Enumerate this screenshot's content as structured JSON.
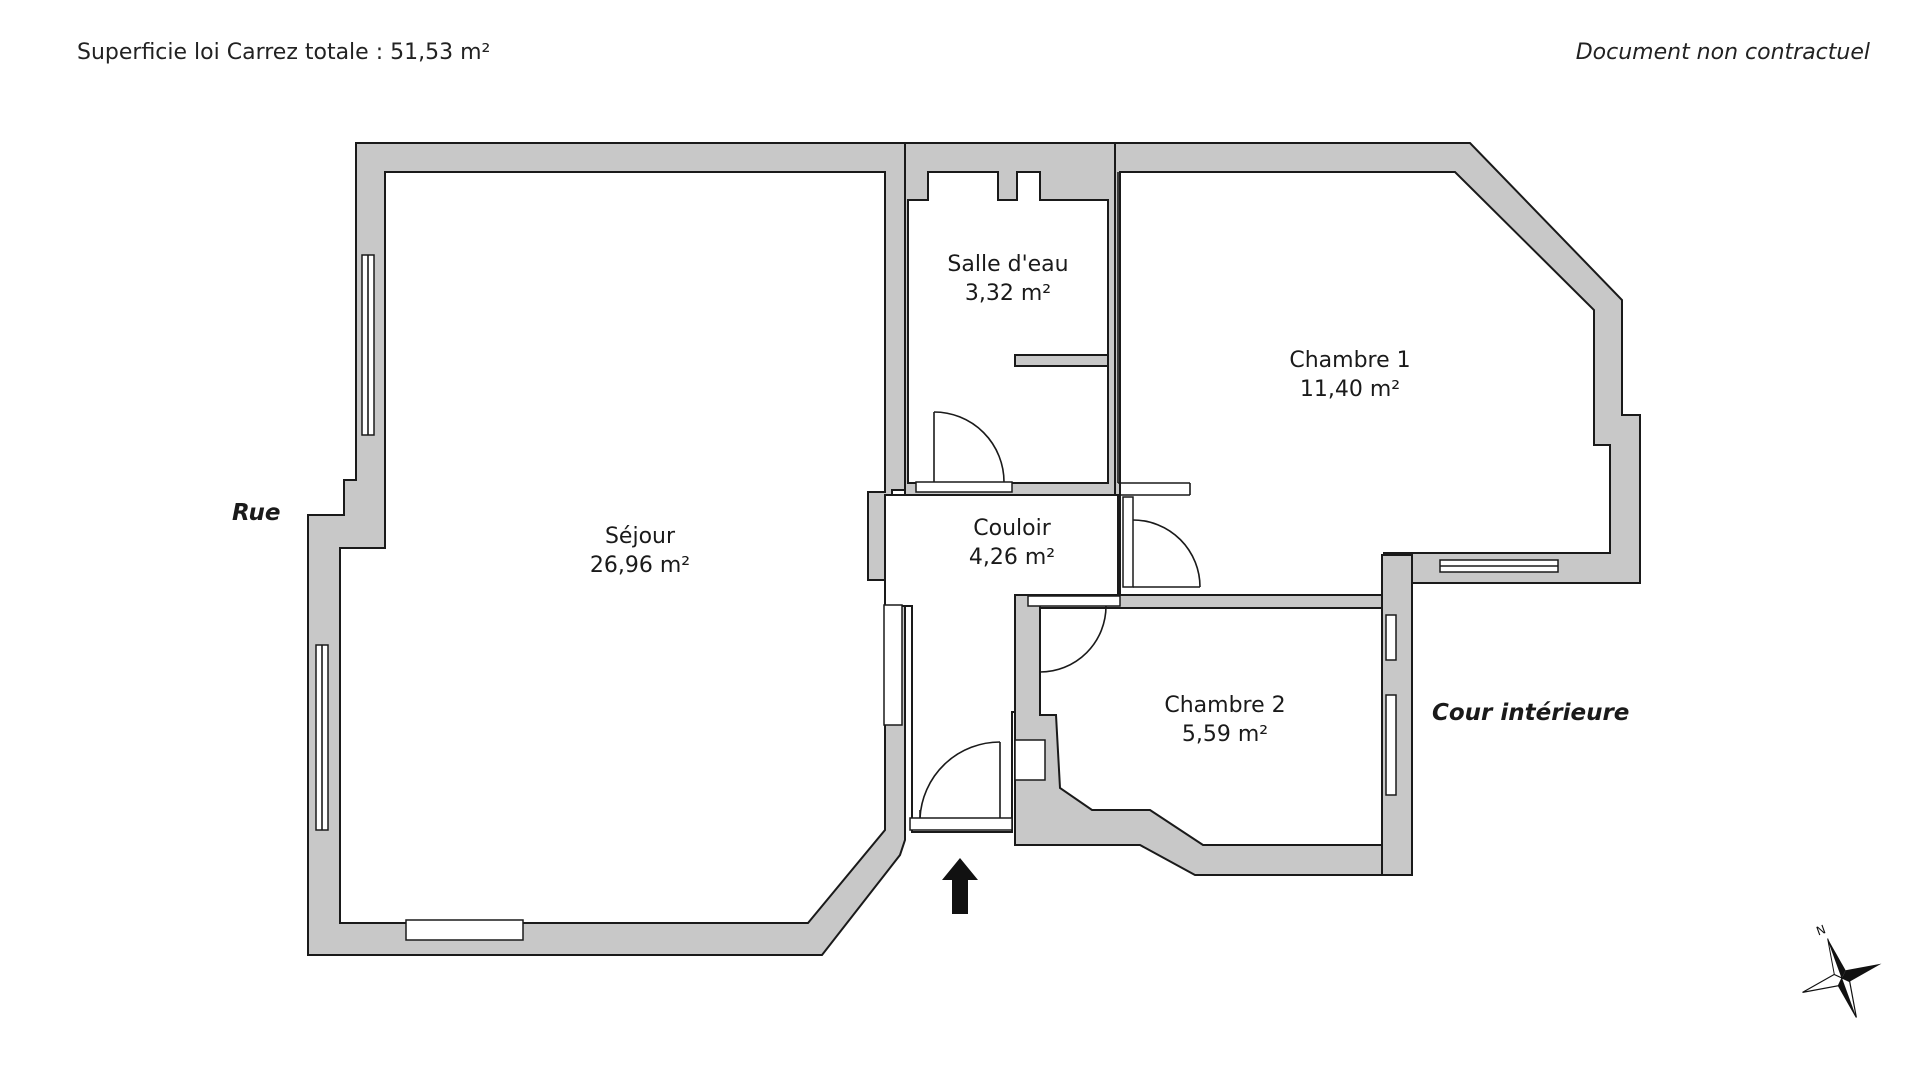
{
  "header": {
    "total_area": "Superficie loi Carrez totale : 51,53 m²",
    "disclaimer": "Document non contractuel"
  },
  "rooms": [
    {
      "name": "Séjour",
      "area": "26,96 m²"
    },
    {
      "name": "Salle d'eau",
      "area": "3,32 m²"
    },
    {
      "name": "Chambre 1",
      "area": "11,40 m²"
    },
    {
      "name": "Couloir",
      "area": "4,26 m²"
    },
    {
      "name": "Chambre 2",
      "area": "5,59 m²"
    }
  ],
  "outside": {
    "street": "Rue",
    "courtyard": "Cour intérieure"
  },
  "compass": {
    "north_label": "N",
    "icon": "compass-rose-icon"
  },
  "entrance": {
    "icon": "entrance-arrow-icon"
  },
  "colors": {
    "wall": "#c8c8c8",
    "line": "#1a1a1a",
    "background": "#ffffff"
  }
}
